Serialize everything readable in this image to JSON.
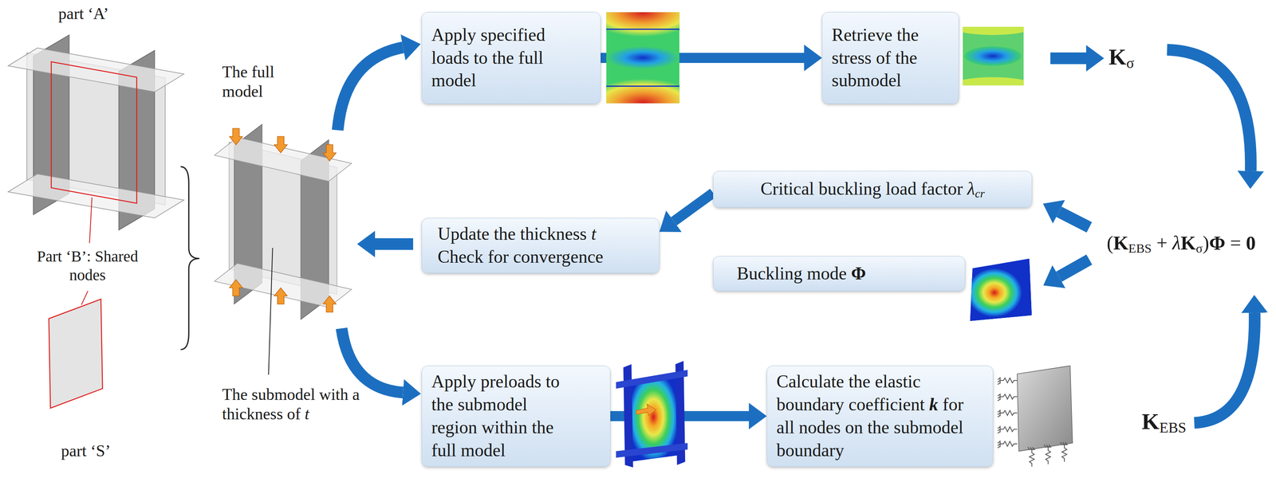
{
  "diagram": {
    "nodes": [
      {
        "text": [
          "Apply specified loads to the full model"
        ]
      },
      {
        "text": [
          "Retrieve the stress of the submodel"
        ]
      },
      {
        "text": [
          "Critical buckling load factor λcr"
        ]
      },
      {
        "text": [
          "Update the thickness t",
          "Check for convergence"
        ]
      },
      {
        "text": [
          "Buckling mode Φ"
        ]
      },
      {
        "text": [
          "Apply preloads to the submodel region within the full model"
        ]
      },
      {
        "text": [
          "Calculate the elastic boundary coefficient k for all nodes on the submodel boundary"
        ]
      }
    ],
    "edges": [
      {
        "from": 0,
        "to": 1,
        "arrow": "to"
      },
      {
        "from": 2,
        "to": 3,
        "arrow": "to"
      },
      {
        "from": 5,
        "to": 6,
        "arrow": "to"
      }
    ],
    "labels": [
      "part ‘A’",
      "Part ‘B’: Shared nodes",
      "part ‘S’",
      "The full model",
      "The submodel with a thickness of t",
      "Kσ",
      "(KEBS + λKσ)Φ = 0",
      "KEBS"
    ]
  }
}
